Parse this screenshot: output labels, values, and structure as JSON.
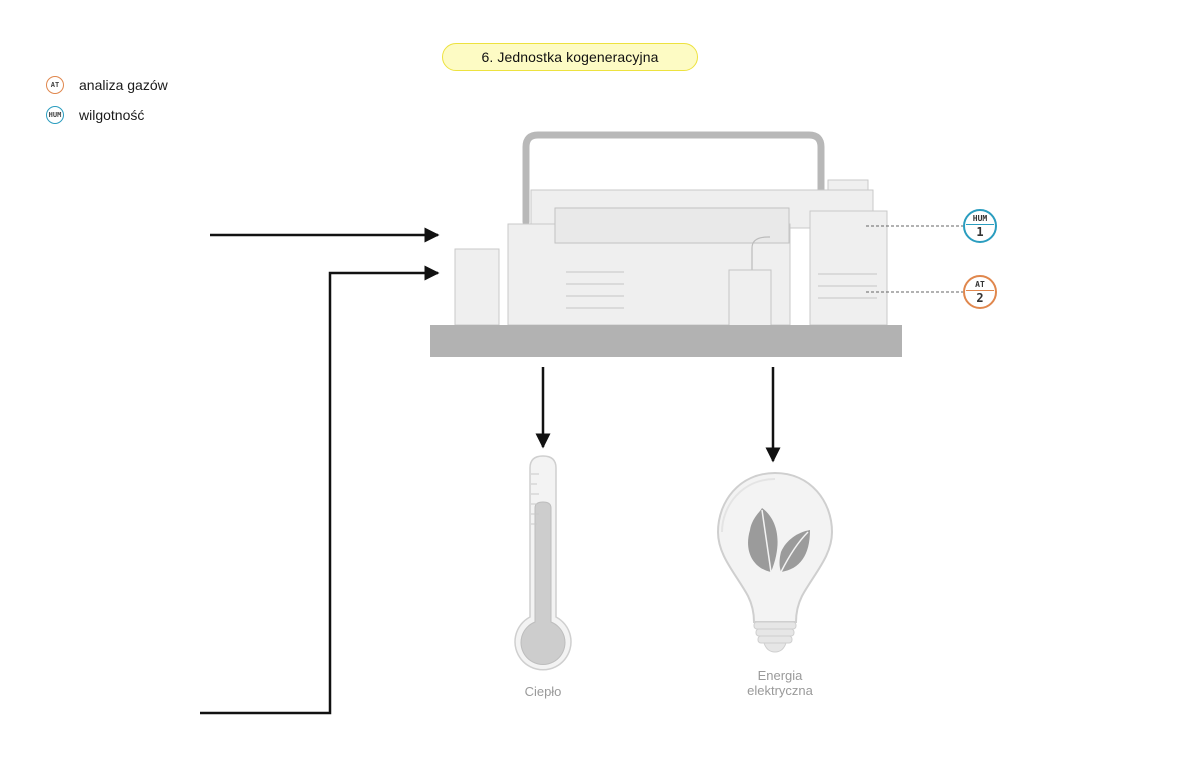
{
  "title": "6. Jednostka kogeneracyjna",
  "legend": [
    {
      "code": "AT",
      "label": "analiza gazów",
      "color": "#e0874d"
    },
    {
      "code": "HUM",
      "label": "wilgotność",
      "color": "#2a9dbf"
    }
  ],
  "sensors": [
    {
      "code": "HUM",
      "number": "1",
      "color": "#2a9dbf"
    },
    {
      "code": "AT",
      "number": "2",
      "color": "#e0874d"
    }
  ],
  "outputs": {
    "heat_label": "Ciepło",
    "energy_label_line1": "Energia",
    "energy_label_line2": "elektryczna"
  },
  "icons": [
    "thermometer-icon",
    "lightbulb-leaf-icon",
    "cogeneration-unit-icon"
  ]
}
